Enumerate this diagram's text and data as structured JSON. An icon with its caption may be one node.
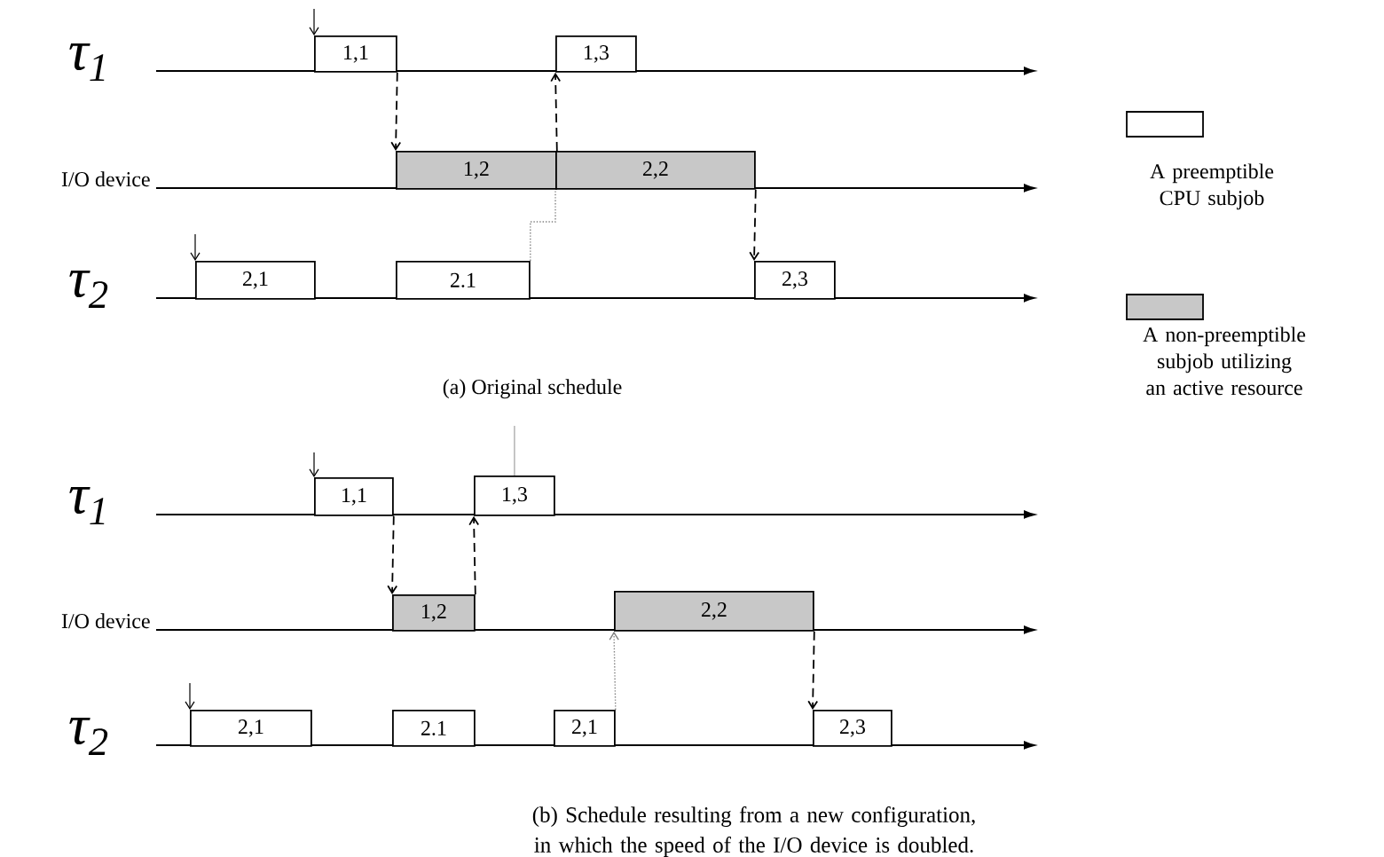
{
  "diagram": {
    "nodes": [
      {
        "text": [
          "1,1"
        ]
      },
      {
        "text": [
          "1,3"
        ]
      },
      {
        "text": [
          "1,2"
        ]
      },
      {
        "text": [
          "2,2"
        ]
      },
      {
        "text": [
          "2,1"
        ]
      },
      {
        "text": [
          "2.1"
        ]
      },
      {
        "text": [
          "2,3"
        ]
      },
      {
        "text": [
          "1,1"
        ]
      },
      {
        "text": [
          "1,3"
        ]
      },
      {
        "text": [
          "1,2"
        ]
      },
      {
        "text": [
          "2,2"
        ]
      },
      {
        "text": [
          "2,1"
        ]
      },
      {
        "text": [
          "2.1"
        ]
      },
      {
        "text": [
          "2,1"
        ]
      },
      {
        "text": [
          "2,3"
        ]
      }
    ],
    "edges": [
      {
        "from": 0,
        "to": 2,
        "arrow": "to",
        "style": "dashed"
      },
      {
        "from": 2,
        "to": 1,
        "arrow": "to",
        "style": "dashed"
      },
      {
        "from": 3,
        "to": 6,
        "arrow": "to",
        "style": "dashed"
      },
      {
        "from": 5,
        "to": 3,
        "arrow": "none",
        "style": "dashed",
        "color": "#808080"
      },
      {
        "from": null,
        "to": 0,
        "arrow": "to"
      },
      {
        "from": null,
        "to": 4,
        "arrow": "to"
      },
      {
        "from": 7,
        "to": 9,
        "arrow": "to",
        "style": "dashed"
      },
      {
        "from": 9,
        "to": 8,
        "arrow": "to",
        "style": "dashed"
      },
      {
        "from": 13,
        "to": 10,
        "arrow": "to",
        "style": "dashed",
        "color": "#808080"
      },
      {
        "from": 10,
        "to": 14,
        "arrow": "to",
        "style": "dashed"
      },
      {
        "from": null,
        "to": 7,
        "arrow": "to"
      },
      {
        "from": null,
        "to": 11,
        "arrow": "to"
      },
      {
        "from": null,
        "to": 8,
        "arrow": "none",
        "color": "#a0a0a0"
      }
    ],
    "labels": [
      "τ$_{1}$",
      "I/O device",
      "τ$_{2}$",
      "(a)  Original schedule",
      "τ$_{1}$",
      "I/O device",
      "τ$_{2}$",
      "(b)  Schedule resulting from a new configuration, in which the speed of the I/O device is doubled."
    ],
    "legend": [
      {
        "text": "A preemptible CPU subjob"
      },
      {
        "text": "A non-preemptible subjob utilizing an active resource",
        "color": "#c8c8c8"
      }
    ]
  }
}
